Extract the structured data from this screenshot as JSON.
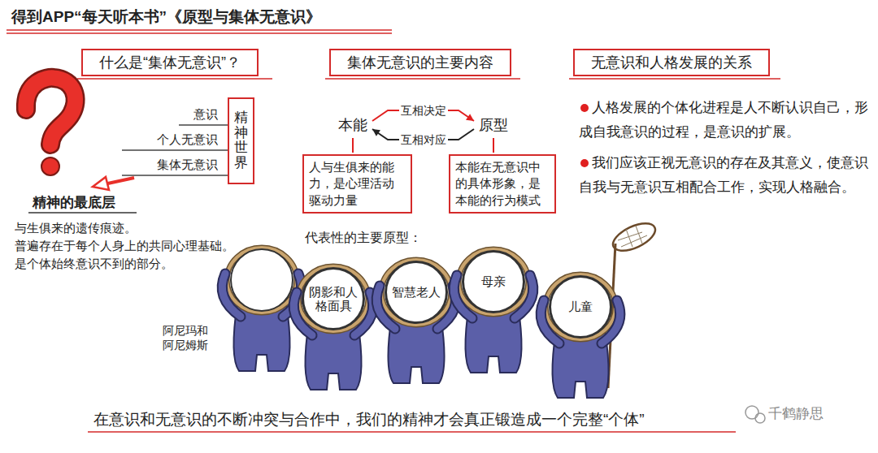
{
  "diagram": {
    "title": "得到APP“每天听本书”《原型与集体无意识》",
    "caption": "在意识和无意识的不断冲突与合作中，我们的精神才会真正锻造成一个完整“个体”",
    "nodes": [
      {
        "text": [
          "什么是“集体无意识”？"
        ]
      },
      {
        "text": [
          "集体无意识的主要内容"
        ]
      },
      {
        "text": [
          "无意识和人格发展的关系"
        ]
      },
      {
        "text": [
          "精神世界"
        ]
      },
      {
        "text": [
          "本能"
        ]
      },
      {
        "text": [
          "原型"
        ]
      },
      {
        "text": [
          "人与生俱来的能力，是心理活动驱动力量"
        ]
      },
      {
        "text": [
          "本能在无意识中的具体形象，是本能的行为模式"
        ]
      },
      {
        "text": [
          "阴影和人格面具"
        ]
      },
      {
        "text": [
          "智慧老人"
        ]
      },
      {
        "text": [
          "母亲"
        ]
      },
      {
        "text": [
          "儿童"
        ]
      }
    ],
    "edges": [
      {
        "from": 4,
        "to": 5,
        "label": "互相决定",
        "arrow": "to"
      },
      {
        "from": 5,
        "to": 4,
        "label": "互相对应",
        "arrow": "to"
      },
      {
        "from": 4,
        "to": 6,
        "arrow": "none"
      },
      {
        "from": 5,
        "to": 7,
        "arrow": "none"
      }
    ],
    "labels": [
      "意识",
      "个人无意识",
      "集体无意识",
      "精神的最底层",
      "与生俱来的遗传痕迹。",
      "普遍存在于每个人身上的共同心理基础。",
      "是个体始终意识不到的部分。",
      "人格发展的个体化进程是人不断认识自己，形成自我意识的过程，是意识的扩展。",
      "我们应该正视无意识的存在及其意义，使意识自我与无意识互相配合工作，实现人格融合。",
      "代表性的主要原型：",
      "阿尼玛和阿尼姆斯",
      "千鹤静思"
    ]
  }
}
